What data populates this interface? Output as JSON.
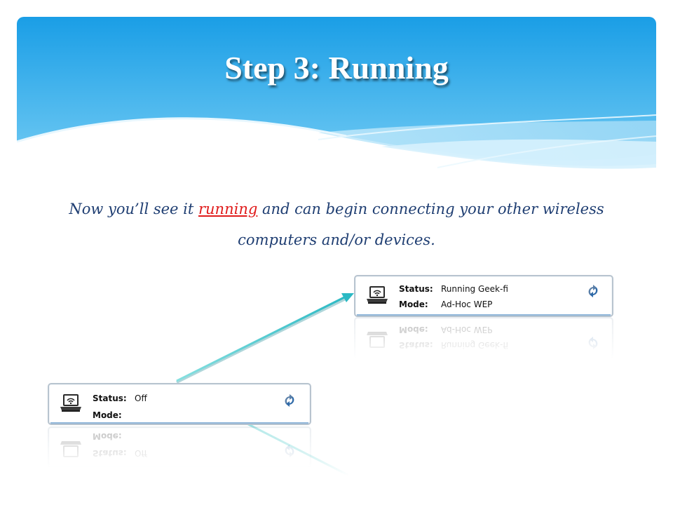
{
  "slide": {
    "title": "Step 3: Running",
    "body": {
      "before": "Now you’ll see it ",
      "highlight": "running",
      "after": " and can begin connecting your other wireless computers and/or devices."
    }
  },
  "widget_running": {
    "status_label": "Status:",
    "status_value": "Running Geek-fi",
    "mode_label": "Mode:",
    "mode_value": "Ad-Hoc WEP"
  },
  "widget_off": {
    "status_label": "Status:",
    "status_value": "Off",
    "mode_label": "Mode:",
    "mode_value": ""
  },
  "colors": {
    "header_top": "#1a9ee6",
    "header_bottom": "#7cd0f5",
    "body_text": "#1f3e72",
    "highlight": "#e01b1b",
    "arrow": "#3cc6c6"
  },
  "icons": {
    "network": "laptop-wifi-icon",
    "refresh": "refresh-arrows-icon"
  }
}
